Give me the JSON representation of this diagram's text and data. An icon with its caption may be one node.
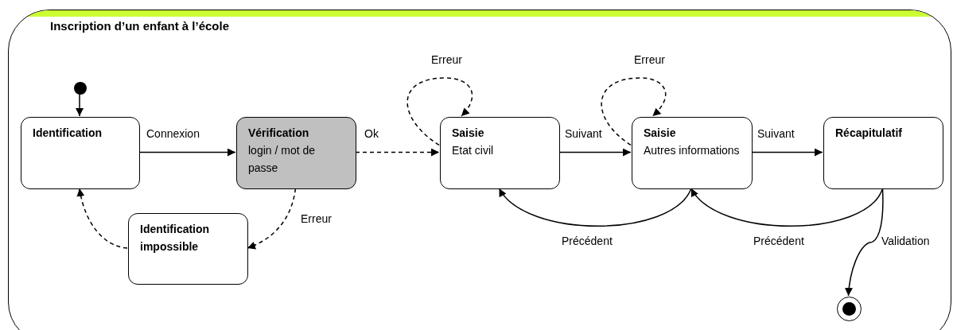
{
  "diagram": {
    "nodes": [
      {
        "text": [
          "Inscription d’un enfant à l’école"
        ]
      },
      {
        "text": [],
        "shape": "circle",
        "in": 0
      },
      {
        "text": [
          "Identification"
        ],
        "in": 0
      },
      {
        "text": [
          "Vérification",
          "login / mot de passe"
        ],
        "in": 0
      },
      {
        "text": [
          "Identification impossible"
        ],
        "in": 0
      },
      {
        "text": [
          "Saisie",
          "Etat civil"
        ],
        "in": 0
      },
      {
        "text": [
          "Saisie",
          "Autres informations"
        ],
        "in": 0
      },
      {
        "text": [
          "Récapitulatif"
        ],
        "in": 0
      },
      {
        "text": [],
        "shape": "circle",
        "in": 0
      }
    ],
    "edges": [
      {
        "from": 1,
        "to": 2,
        "arrow": "to"
      },
      {
        "from": 2,
        "to": 3,
        "arrow": "to",
        "label": "Connexion"
      },
      {
        "from": 3,
        "to": 5,
        "arrow": "to",
        "label": "Ok",
        "style": "dashed"
      },
      {
        "from": 3,
        "to": 4,
        "arrow": "to",
        "label": "Erreur",
        "style": "dashed"
      },
      {
        "from": 4,
        "to": 2,
        "arrow": "to",
        "style": "dashed"
      },
      {
        "from": 5,
        "to": 5,
        "arrow": "to",
        "label": "Erreur",
        "style": "dashed"
      },
      {
        "from": 6,
        "to": 6,
        "arrow": "to",
        "label": "Erreur",
        "style": "dashed"
      },
      {
        "from": 5,
        "to": 6,
        "arrow": "to",
        "label": "Suivant"
      },
      {
        "from": 6,
        "to": 7,
        "arrow": "to",
        "label": "Suivant"
      },
      {
        "from": 6,
        "to": 5,
        "arrow": "to",
        "label": "Précédent"
      },
      {
        "from": 7,
        "to": 6,
        "arrow": "to",
        "label": "Précédent"
      },
      {
        "from": 7,
        "to": 8,
        "arrow": "to",
        "label": "Validation"
      }
    ]
  }
}
